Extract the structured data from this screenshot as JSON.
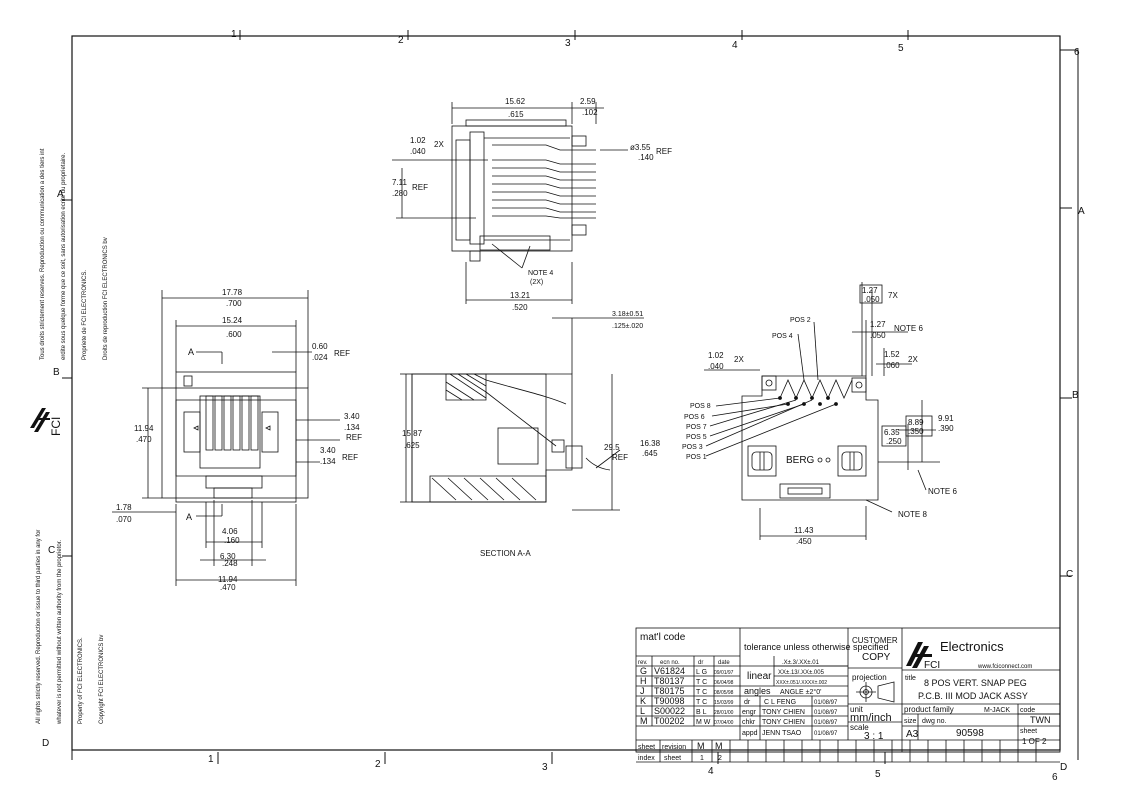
{
  "border": {
    "top_zones": [
      "1",
      "2",
      "3",
      "4",
      "5",
      "6"
    ],
    "bottom_zones": [
      "1",
      "2",
      "3",
      "4",
      "5",
      "6"
    ],
    "left_zones": [
      "A",
      "B",
      "C",
      "D"
    ],
    "right_zones": [
      "A",
      "B",
      "C",
      "D"
    ]
  },
  "side_text": {
    "top_french": [
      "Tous droits strictement reserves. Reproduction ou communication a des tiers int",
      "erdite sous quelque forme que ce soit, sans autorisation ecrite du proprietaire.",
      "Propriete de FCI ELECTRONICS.",
      "Droits de reproduction FCI ELECTRONICS bv"
    ],
    "bottom_english": [
      "All rights strictly reserved. Reproduction or issue to third parties in any for",
      "whatever is not permitted without written authority from the proprietor.",
      "Property of FCI ELECTRONICS.",
      "Copyright FCI ELECTRONICS bv"
    ],
    "logo": "FCI"
  },
  "top_view": {
    "dim_width": "15.62",
    "dim_width_in": ".615",
    "dim_right": "2.59",
    "dim_right_in": ".102",
    "dim_pitch": "1.02",
    "dim_pitch_in": ".040",
    "dim_pitch_mult": "2X",
    "dim_dia": "ø3.55",
    "dim_dia_in": ".140",
    "dim_dia_ref": "REF",
    "dim_height": "7.11",
    "dim_height_in": ".280",
    "dim_height_ref": "REF",
    "dim_bottom": "13.21",
    "dim_bottom_in": ".520",
    "note": "NOTE 4",
    "note_sub": "(2X)"
  },
  "front_view": {
    "dim_overall": "17.78",
    "dim_overall_in": ".700",
    "dim_inner": "15.24",
    "dim_inner_in": ".600",
    "dim_tab": "0.60",
    "dim_tab_in": ".024",
    "dim_tab_ref": "REF",
    "dim_r1": "3.40",
    "dim_r1_in": ".134",
    "dim_r1_ref": "REF",
    "dim_r2": "3.40",
    "dim_r2_in": ".134",
    "dim_r2_ref": "REF",
    "dim_left": "11.94",
    "dim_left_in": ".470",
    "dim_base": "1.78",
    "dim_base_in": ".070",
    "dim_b1": "4.06",
    "dim_b1_in": ".160",
    "dim_b2": "6.30",
    "dim_b2_in": ".248",
    "dim_b3": "11.94",
    "dim_b3_in": ".470",
    "section_a": "A"
  },
  "section_view": {
    "dim_top": "3.18±0.51",
    "dim_top_in": ".125±.020",
    "dim_left": "15.87",
    "dim_left_in": ".625",
    "dim_right": "16.38",
    "dim_right_in": ".645",
    "angle": "29.5",
    "angle_ref": "REF",
    "title": "SECTION A-A"
  },
  "pcb_view": {
    "dim_p1": "1.27",
    "dim_p1_in": ".050",
    "dim_p1_mult": "7X",
    "dim_p2": "1.27",
    "dim_p2_in": ".050",
    "dim_p2_note": "NOTE 6",
    "dim_p3": "1.52",
    "dim_p3_in": ".060",
    "dim_p3_mult": "2X",
    "dim_left": "1.02",
    "dim_left_in": ".040",
    "dim_left_mult": "2X",
    "dim_r1": "8.89",
    "dim_r1_in": ".350",
    "dim_r2": "9.91",
    "dim_r2_in": ".390",
    "dim_r3": "6.35",
    "dim_r3_in": ".250",
    "dim_bottom": "11.43",
    "dim_bottom_in": ".450",
    "pos_labels": [
      "POS 2",
      "POS 4",
      "POS 8",
      "POS 6",
      "POS 7",
      "POS 5",
      "POS 3",
      "POS 1"
    ],
    "brand": "BERG",
    "note6": "NOTE 6",
    "note8": "NOTE 8"
  },
  "title_block": {
    "matl": "mat'l code",
    "tol_title": "tolerance unless otherwise specified",
    "linear": "linear",
    "tol1": ".X±.3/.XX±.01",
    "tol2": "XX±.13/.XX±.005",
    "tol3": "XXX±.051/.XXXX±.002",
    "angles": "angles",
    "angle_tol": "ANGLE ±2°0'",
    "customer": "CUSTOMER",
    "copy": "COPY",
    "projection": "projection",
    "company": "Electronics",
    "logo": "FCI",
    "website": "www.fciconnect.com",
    "title_label": "title",
    "title_line1": "8 POS VERT. SNAP PEG",
    "title_line2": "P.C.B. III MOD JACK ASSY",
    "rev_headers": [
      "rev.",
      "ecn no.",
      "dr",
      "date"
    ],
    "revisions": [
      {
        "rev": "G",
        "ecn": "V61824",
        "dr": "L G",
        "date": "09/01/97"
      },
      {
        "rev": "H",
        "ecn": "T80137",
        "dr": "T C",
        "date": "06/04/98"
      },
      {
        "rev": "J",
        "ecn": "T80175",
        "dr": "T C",
        "date": "08/05/98"
      },
      {
        "rev": "K",
        "ecn": "T90098",
        "dr": "T C",
        "date": "15/03/99"
      },
      {
        "rev": "L",
        "ecn": "S00022",
        "dr": "B L",
        "date": "28/01/00"
      },
      {
        "rev": "M",
        "ecn": "T00202",
        "dr": "M W",
        "date": "07/04/00"
      }
    ],
    "sign": [
      {
        "role": "dr",
        "name": "C L FENG",
        "date": "01/08/97"
      },
      {
        "role": "engr",
        "name": "TONY CHIEN",
        "date": "01/08/97"
      },
      {
        "role": "chkr",
        "name": "TONY CHIEN",
        "date": "01/08/97"
      },
      {
        "role": "appd",
        "name": "JENN TSAO",
        "date": "01/08/97"
      }
    ],
    "unit_label": "unit",
    "unit": "mm/inch",
    "scale_label": "scale",
    "scale": "3 : 1",
    "product_family_label": "product family",
    "product_family": "M-JACK",
    "code_label": "code",
    "code": "TWN",
    "size_label": "size",
    "size": "A3",
    "dwg_label": "dwg no.",
    "dwg": "90598",
    "sheet_label": "sheet",
    "sheet": "1 OF 2",
    "sheet_row": [
      "sheet",
      "revision",
      "M",
      "M"
    ],
    "index_row": [
      "index",
      "sheet",
      "1",
      "2"
    ]
  }
}
